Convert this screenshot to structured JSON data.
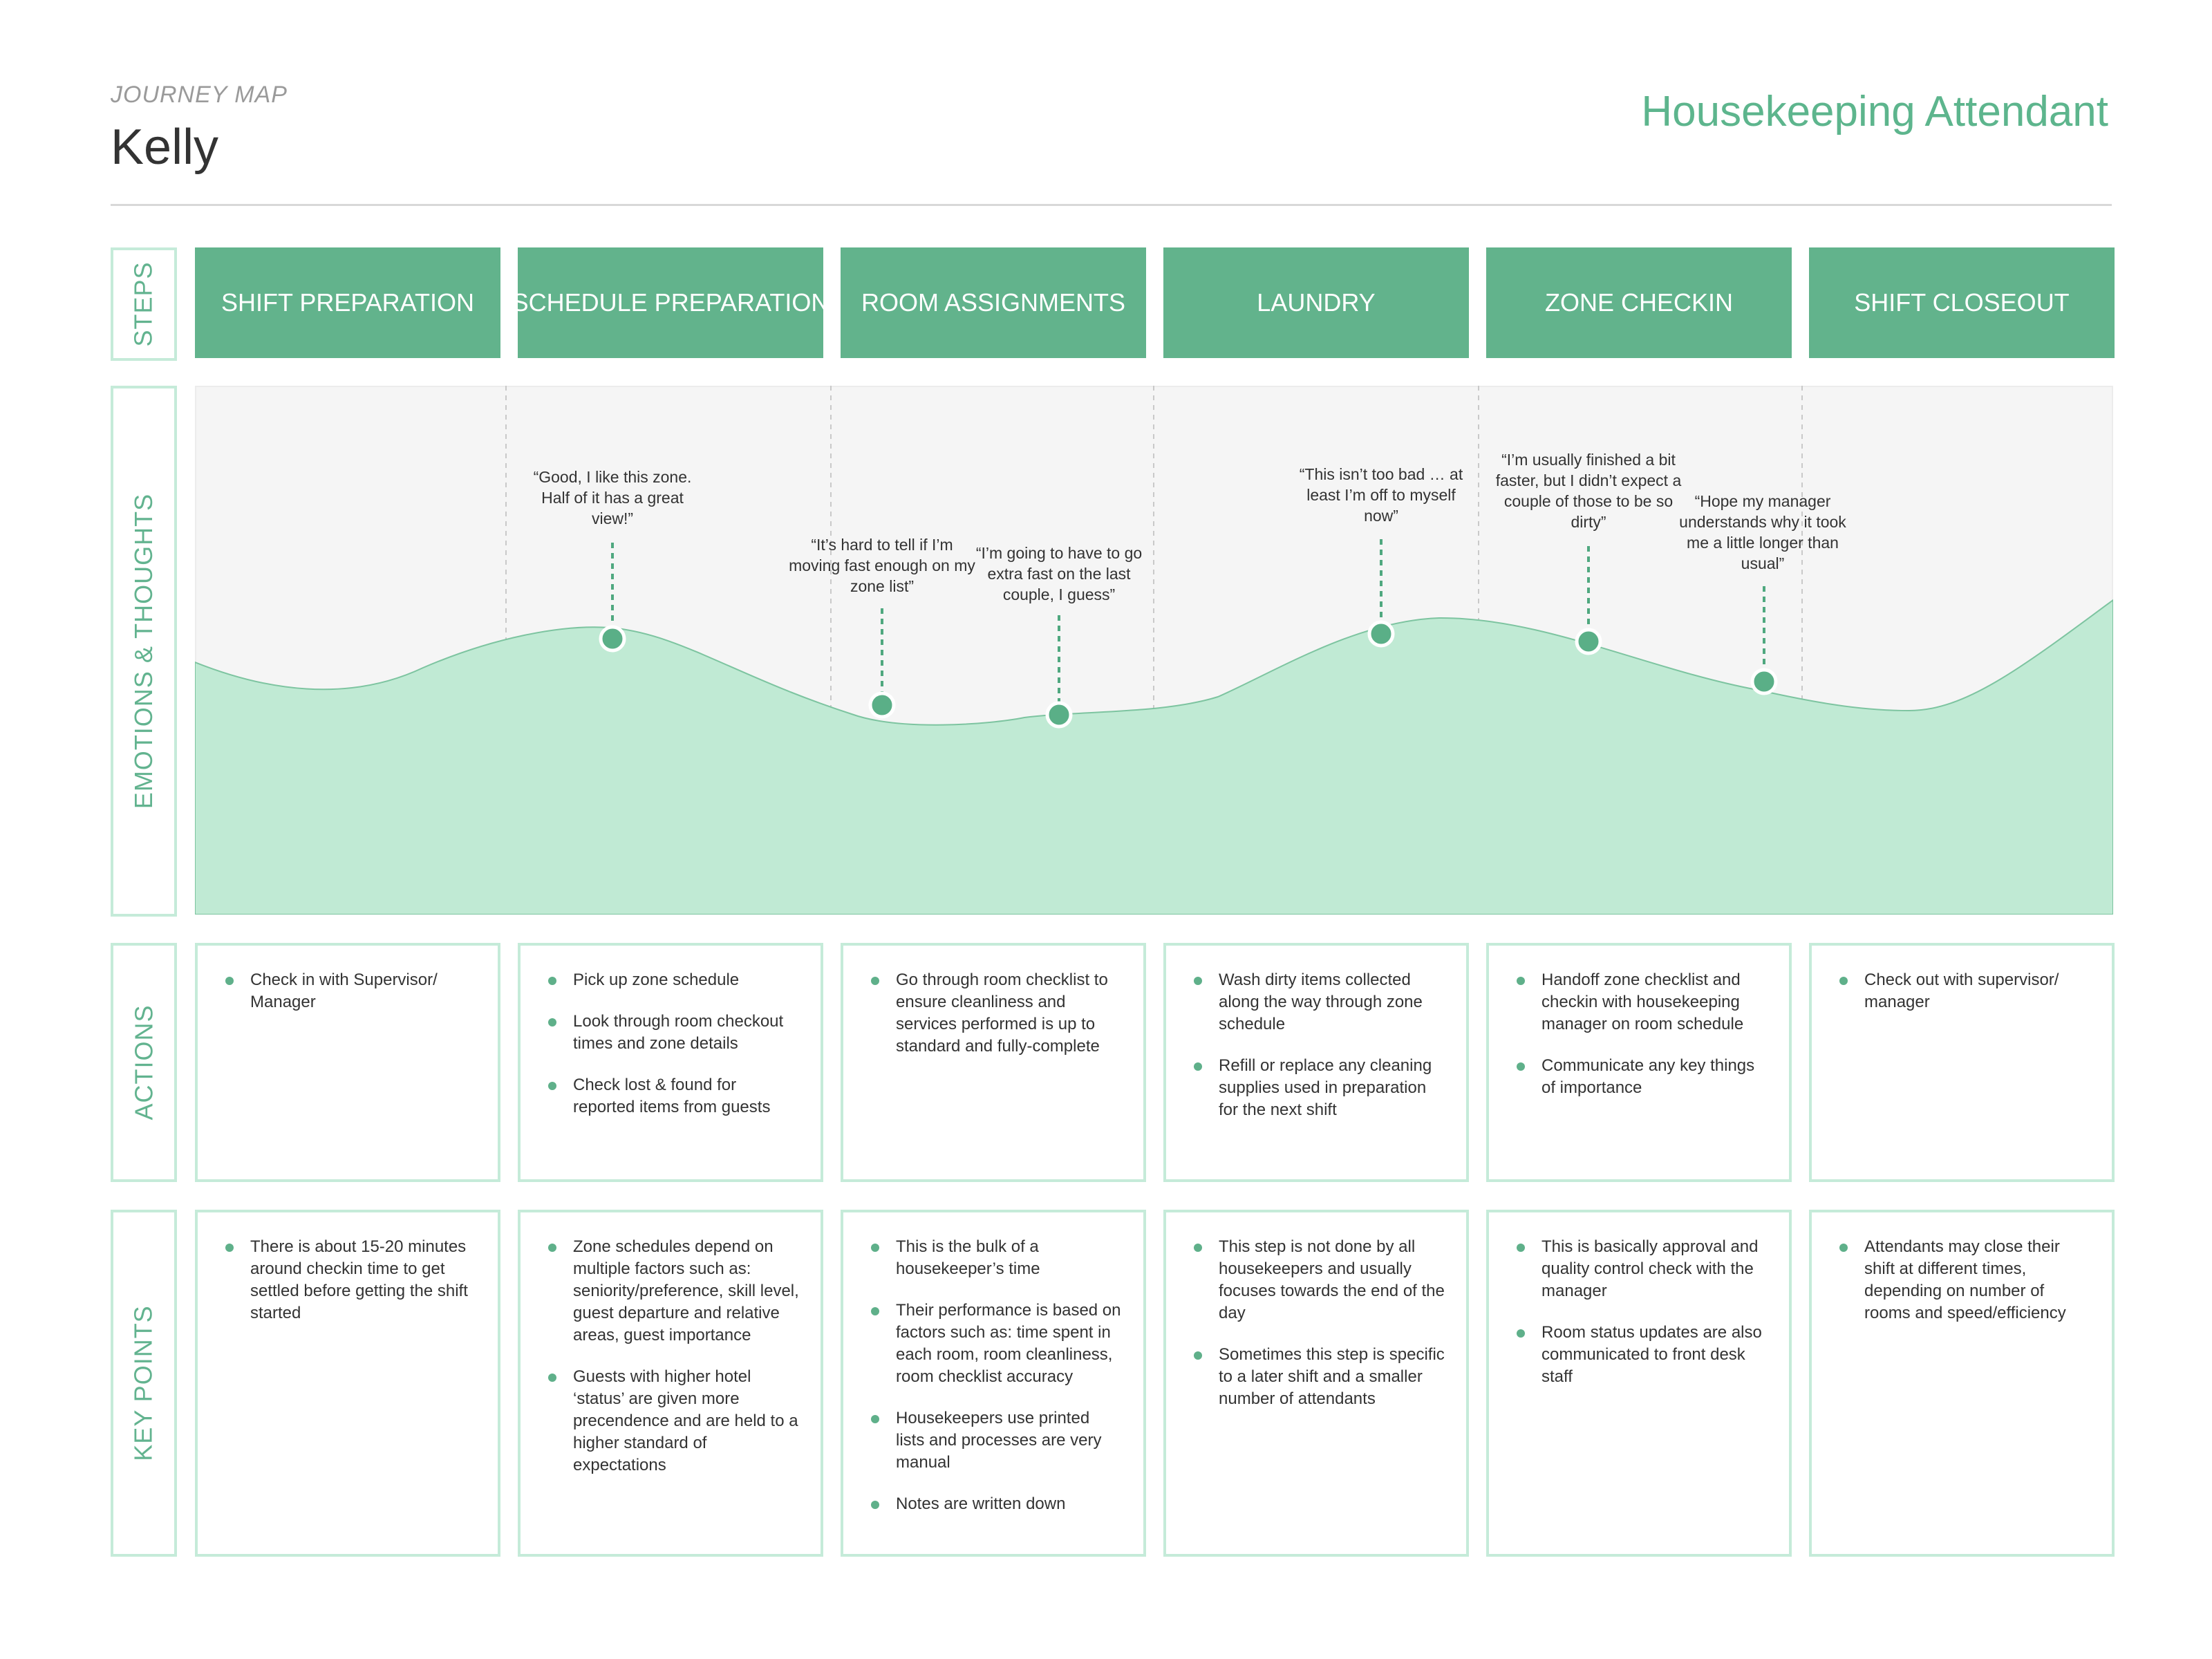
{
  "header": {
    "eyebrow": "JOURNEY MAP",
    "persona": "Kelly",
    "role": "Housekeeping Attendant"
  },
  "row_labels": {
    "steps": "STEPS",
    "emotions": "EMOTIONS & THOUGHTS",
    "actions": "ACTIONS",
    "key_points": "KEY POINTS"
  },
  "colors": {
    "accent": "#62b38c",
    "curve_fill": "#c0ead4",
    "border": "#c5ebd9",
    "panel": "#f5f5f5"
  },
  "steps": [
    "SHIFT PREPARATION",
    "SCHEDULE PREPARATION",
    "ROOM ASSIGNMENTS",
    "LAUNDRY",
    "ZONE CHECKIN",
    "SHIFT CLOSEOUT"
  ],
  "emotion_quotes": [
    "“Good, I like this zone. Half of it has a great view!”",
    "“It’s hard to tell if I’m moving fast enough on my zone list”",
    "“I’m going to have to go extra fast on the last couple, I guess”",
    "“This isn’t too bad … at least I’m off to myself now”",
    "“I’m usually finished a bit faster, but I didn’t expect a couple of those to be so dirty”",
    "“Hope my manager understands why it took me a little longer than usual”"
  ],
  "actions": [
    [
      "Check in with Supervisor/ Manager"
    ],
    [
      "Pick up zone schedule",
      "Look through room checkout times and zone details",
      "Check lost & found for reported items from guests"
    ],
    [
      "Go through room checklist to ensure cleanliness and services performed is up to standard and fully-complete"
    ],
    [
      "Wash dirty items collected along the way through zone schedule",
      "Refill or replace any cleaning supplies used in preparation for the next shift"
    ],
    [
      "Handoff zone checklist and checkin with housekeeping manager on room schedule",
      "Communicate any key things of importance"
    ],
    [
      "Check out with supervisor/ manager"
    ]
  ],
  "key_points": [
    [
      "There is about 15-20 minutes around checkin time to get settled before getting the shift started"
    ],
    [
      "Zone schedules depend on multiple factors such as: seniority/preference, skill level, guest departure and relative areas, guest importance",
      "Guests with higher hotel ‘status’ are given more precendence and are held to a higher standard of expectations"
    ],
    [
      "This is the bulk of a housekeeper’s time",
      "Their performance is based on factors such as: time spent in each room, room cleanliness, room checklist accuracy",
      "Housekeepers use printed lists and processes are very manual",
      "Notes are written down"
    ],
    [
      "This step is not done by all housekeepers and usually focuses towards the end of the day",
      "Sometimes this step is specific to a later shift and a smaller number of attendants"
    ],
    [
      "This is basically approval and quality control check with the manager",
      "Room status updates are also communicated to front desk staff"
    ],
    [
      "Attendants may close their shift at different times, depending on number of rooms and speed/efficiency"
    ]
  ]
}
